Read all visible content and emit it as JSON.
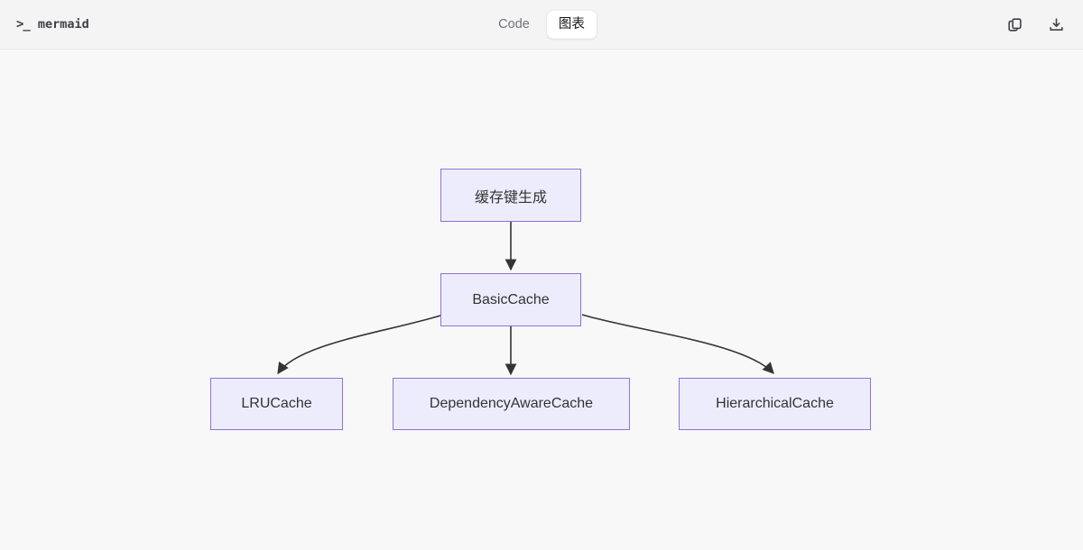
{
  "header": {
    "prompt_glyph": ">_",
    "logo_text": "mermaid",
    "tabs": [
      {
        "label": "Code",
        "active": false
      },
      {
        "label": "图表",
        "active": true
      }
    ],
    "actions": [
      {
        "icon": "copy-icon"
      },
      {
        "icon": "download-icon"
      }
    ]
  },
  "diagram": {
    "type": "flowchart-top-down",
    "nodes": [
      {
        "id": "cache-key",
        "label": "缓存键生成"
      },
      {
        "id": "basic",
        "label": "BasicCache"
      },
      {
        "id": "lru",
        "label": "LRUCache"
      },
      {
        "id": "dep",
        "label": "DependencyAwareCache"
      },
      {
        "id": "hier",
        "label": "HierarchicalCache"
      }
    ],
    "edges": [
      {
        "from": "缓存键生成",
        "to": "BasicCache"
      },
      {
        "from": "BasicCache",
        "to": "LRUCache"
      },
      {
        "from": "BasicCache",
        "to": "DependencyAwareCache"
      },
      {
        "from": "BasicCache",
        "to": "HierarchicalCache"
      }
    ],
    "colors": {
      "node_fill": "#ECECFD",
      "node_border": "#9370DB",
      "edge": "#333333",
      "node_text": "#333333",
      "header_bg": "#f4f4f5",
      "canvas_bg": "#f8f8f8",
      "active_tab_bg": "#ffffff"
    }
  }
}
